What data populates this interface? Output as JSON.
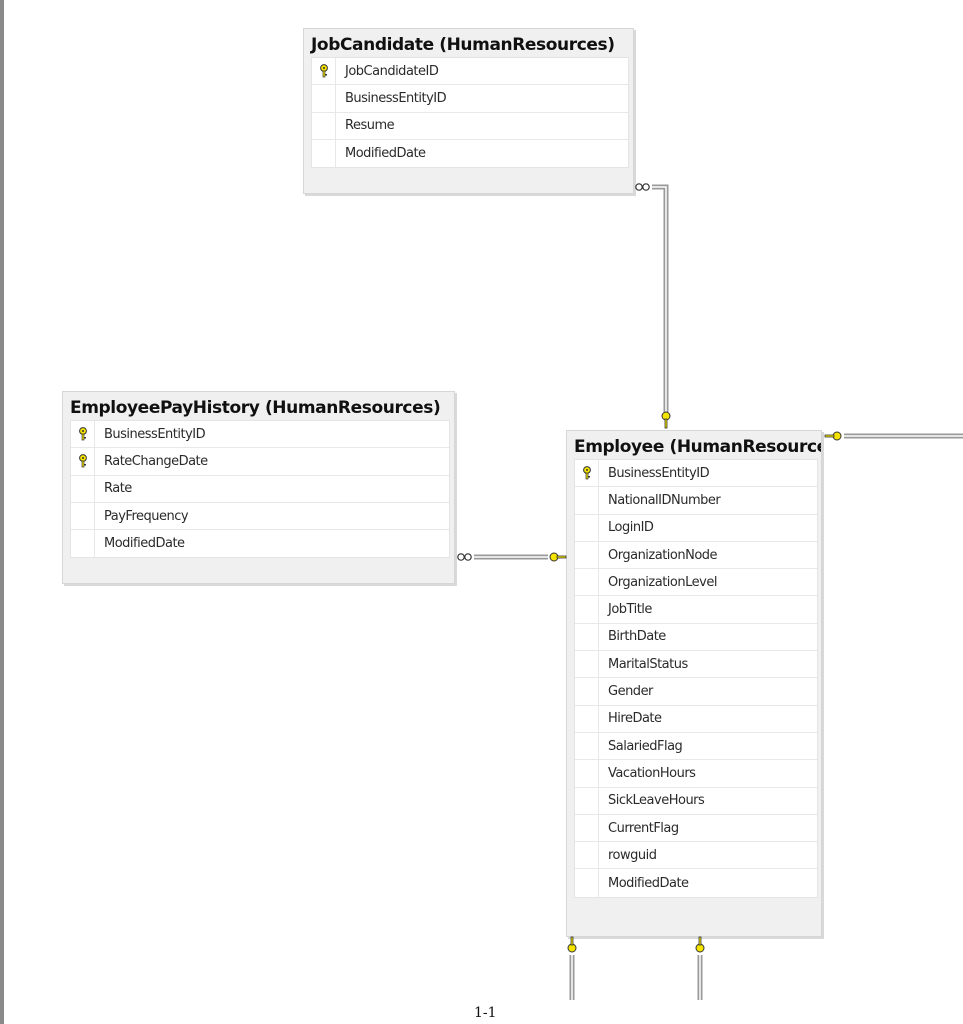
{
  "tables": {
    "job_candidate": {
      "title": "JobCandidate (HumanResources)",
      "columns": [
        {
          "name": "JobCandidateID",
          "key": true
        },
        {
          "name": "BusinessEntityID",
          "key": false
        },
        {
          "name": "Resume",
          "key": false
        },
        {
          "name": "ModifiedDate",
          "key": false
        }
      ]
    },
    "employee_pay_history": {
      "title": "EmployeePayHistory (HumanResources)",
      "columns": [
        {
          "name": "BusinessEntityID",
          "key": true
        },
        {
          "name": "RateChangeDate",
          "key": true
        },
        {
          "name": "Rate",
          "key": false
        },
        {
          "name": "PayFrequency",
          "key": false
        },
        {
          "name": "ModifiedDate",
          "key": false
        }
      ]
    },
    "employee": {
      "title": "Employee (HumanResources)",
      "columns": [
        {
          "name": "BusinessEntityID",
          "key": true
        },
        {
          "name": "NationalIDNumber",
          "key": false
        },
        {
          "name": "LoginID",
          "key": false
        },
        {
          "name": "OrganizationNode",
          "key": false
        },
        {
          "name": "OrganizationLevel",
          "key": false
        },
        {
          "name": "JobTitle",
          "key": false
        },
        {
          "name": "BirthDate",
          "key": false
        },
        {
          "name": "MaritalStatus",
          "key": false
        },
        {
          "name": "Gender",
          "key": false
        },
        {
          "name": "HireDate",
          "key": false
        },
        {
          "name": "SalariedFlag",
          "key": false
        },
        {
          "name": "VacationHours",
          "key": false
        },
        {
          "name": "SickLeaveHours",
          "key": false
        },
        {
          "name": "CurrentFlag",
          "key": false
        },
        {
          "name": "rowguid",
          "key": false
        },
        {
          "name": "ModifiedDate",
          "key": false
        }
      ]
    }
  },
  "footer": {
    "page_label": "1-1"
  },
  "icons": {
    "primary_key": "key-icon",
    "relationship_many": "infinity-icon",
    "relationship_one": "key-icon"
  },
  "colors": {
    "key_yellow": "#f5e400",
    "connector": "#9a9a9a"
  }
}
